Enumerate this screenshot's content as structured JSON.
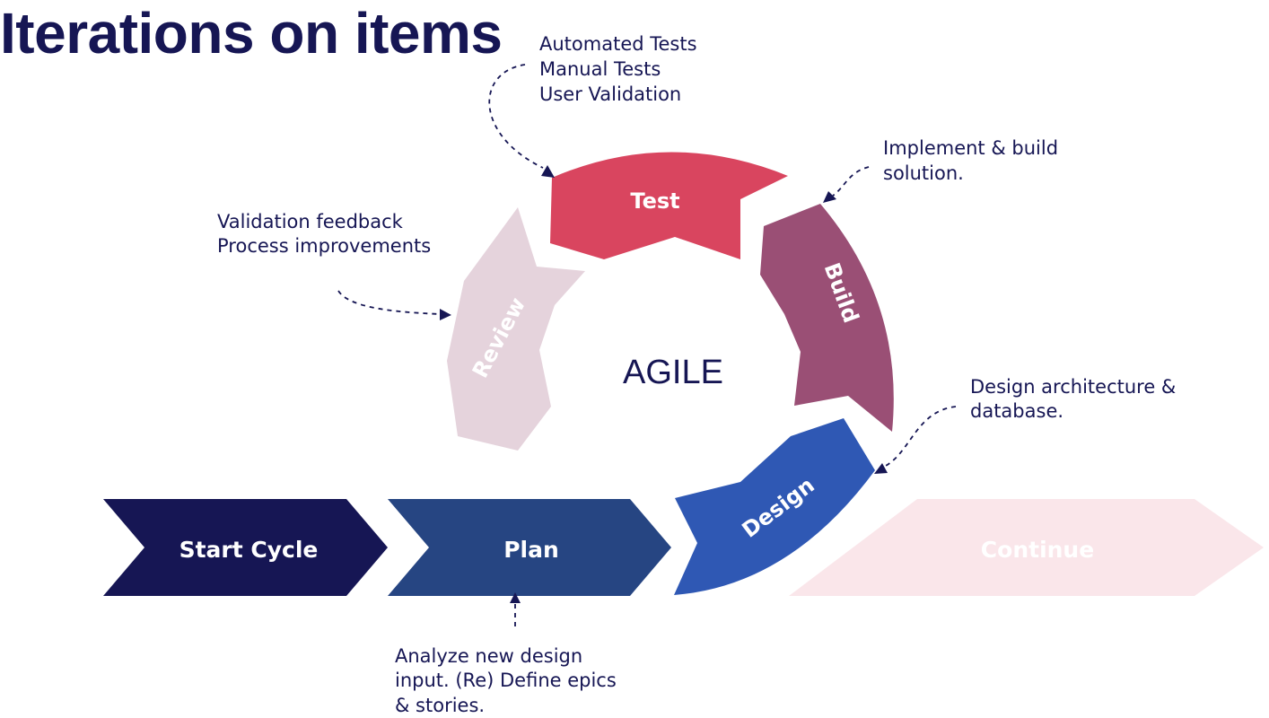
{
  "title": "Iterations on items",
  "center_label": "AGILE",
  "colors": {
    "navy": "#161654",
    "test": "#d9455f",
    "build": "#9a4f75",
    "review": "#e5d3dc",
    "design": "#2f58b4",
    "start": "#161654",
    "plan": "#264582",
    "continue": "#fae6ea"
  },
  "cycle": {
    "test": "Test",
    "build": "Build",
    "design": "Design",
    "review": "Review"
  },
  "chevrons": {
    "start": "Start Cycle",
    "plan": "Plan",
    "continue": "Continue"
  },
  "notes": {
    "test": [
      "Automated Tests",
      "Manual Tests",
      "User Validation"
    ],
    "build": [
      "Implement & build",
      "solution."
    ],
    "review": [
      "Validation feedback",
      "Process improvements"
    ],
    "design": [
      "Design architecture &",
      "database."
    ],
    "plan": [
      "Analyze new design",
      "input. (Re) Define epics",
      "& stories."
    ]
  }
}
